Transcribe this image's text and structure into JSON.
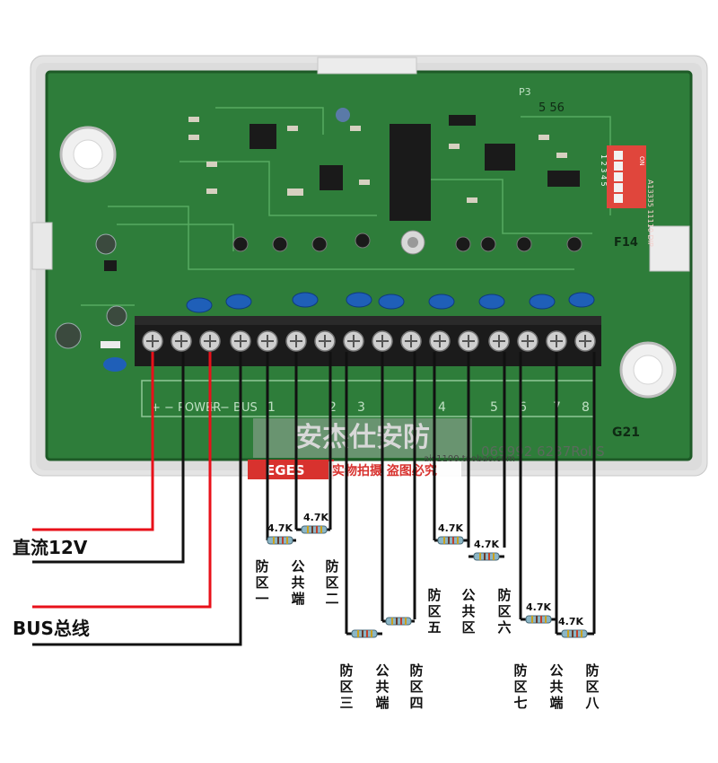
{
  "board": {
    "pcb_codes": {
      "p3": "P3",
      "s56": "5 56",
      "f14": "F14",
      "g21": "G21",
      "serial": "069992 6237Rol S",
      "dip_code": "A13335 11110 DIP",
      "dip_on": "ON",
      "dip_numbers": "1 2 3 4 5"
    },
    "silk_power": "+ − POWER",
    "silk_bus": "+ − BUS",
    "silk_zones": [
      "1",
      "2",
      "3",
      "4",
      "5",
      "6",
      "7",
      "8"
    ],
    "watermark_cn": "安杰仕安防",
    "watermark_url": "ajs1100.taobao.com",
    "watermark_brand": "EGES",
    "watermark_slogan": "实物拍摄 盗图必究"
  },
  "labels": {
    "dc12v": "直流12V",
    "bus": "BUS总线",
    "resistor": "4.7K",
    "zone1": "防区一",
    "common": "公共端",
    "zone2": "防区二",
    "zone3": "防区三",
    "zone4": "防区四",
    "zone5": "防区五",
    "common_area": "公共区",
    "zone6": "防区六",
    "zone7": "防区七",
    "zone8": "防区八"
  },
  "colors": {
    "pcb": "#2e7d3a",
    "wire_red": "#e8101a",
    "wire_black": "#111111",
    "capacitor": "#1f5fb8"
  }
}
